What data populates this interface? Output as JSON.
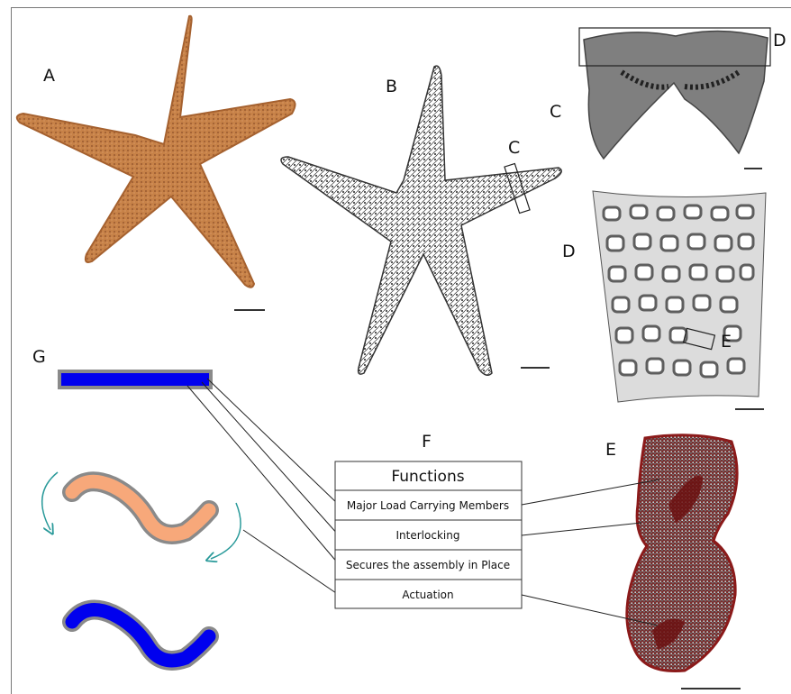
{
  "panels": {
    "a": "A",
    "b": "B",
    "b_callout_c": "C",
    "c": "C",
    "c_callout_d": "D",
    "d": "D",
    "d_callout_e": "E",
    "e": "E",
    "f": "F",
    "g": "G"
  },
  "functions_table": {
    "header": "Functions",
    "rows": [
      "Major Load Carrying Members",
      "Interlocking",
      "Secures the assembly in Place",
      "Actuation"
    ]
  },
  "colors": {
    "starfish_orange": "#c27a44",
    "bar_blue": "#0000ee",
    "bar_border": "#8a8a8a",
    "wave_orange": "#f7a87a",
    "arrow_teal": "#2a9a9a",
    "ossicle_red": "#8b1a1a",
    "ossicle_cyan": "#9fd4d6"
  }
}
